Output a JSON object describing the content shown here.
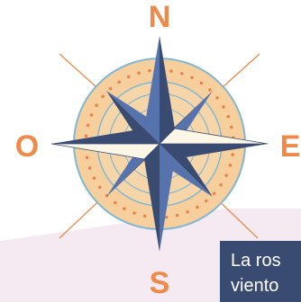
{
  "compass": {
    "north_label": "N",
    "south_label": "S",
    "east_label": "E",
    "west_label": "O"
  },
  "caption": {
    "line1": "La ros",
    "line2": "viento"
  },
  "colors": {
    "label": "#ee8a4a",
    "ring_fill": "#f6cf9c",
    "ring_stroke": "#7fb8d4",
    "dots": "#e9824d",
    "star_dark": "#3a4b72",
    "star_mid": "#5773ad",
    "star_light": "#fdf7e8",
    "caption_bg": "#3a4b72",
    "background_panel": "#f6eaf2"
  }
}
